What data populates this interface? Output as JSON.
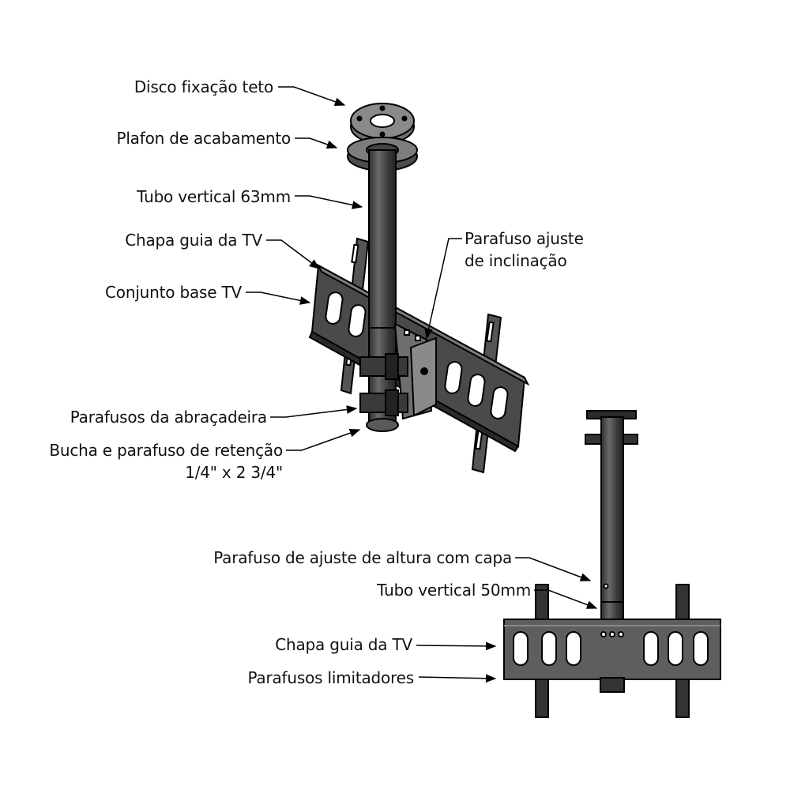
{
  "top_assembly": {
    "labels": {
      "ceiling_disc": "Disco fixação teto",
      "finishing_cover": "Plafon de acabamento",
      "vertical_tube": "Tubo vertical 63mm",
      "tv_guide_plate": "Chapa guia da TV",
      "tv_base_set": "Conjunto base TV",
      "tilt_screw_line1": "Parafuso ajuste",
      "tilt_screw_line2": "de inclinação",
      "clamp_screws": "Parafusos da abraçadeira",
      "bushing_line1": "Bucha e parafuso de retenção",
      "bushing_line2": "1/4\" x 2 3/4\""
    }
  },
  "bottom_assembly": {
    "labels": {
      "height_screw": "Parafuso de ajuste de altura com capa",
      "vertical_tube": "Tubo vertical 50mm",
      "tv_guide_plate": "Chapa guia da TV",
      "limiter_screws": "Parafusos limitadores"
    }
  },
  "colors": {
    "metal_dark": "#3a3a3a",
    "metal_mid": "#5a5a5a",
    "metal_light": "#8a8a8a",
    "outline": "#000000",
    "text": "#111111"
  }
}
